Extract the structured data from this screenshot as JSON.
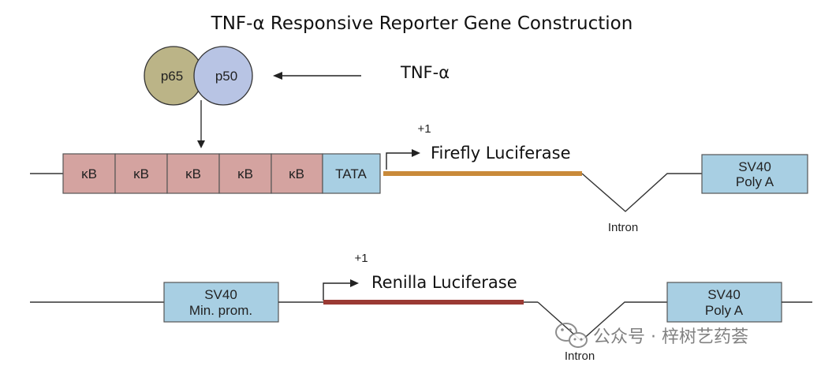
{
  "title": "TNF-α Responsive Reporter Gene Construction",
  "stimulus": "TNF-α",
  "complex": {
    "left": "p65",
    "right": "p50"
  },
  "construct1": {
    "kb_boxes": [
      "κB",
      "κB",
      "κB",
      "κB",
      "κB"
    ],
    "tata": "TATA",
    "tss": "+1",
    "gene": "Firefly Luciferase",
    "intron": "Intron",
    "polya_line1": "SV40",
    "polya_line2": "Poly A"
  },
  "construct2": {
    "promoter_line1": "SV40",
    "promoter_line2": "Min. prom.",
    "tss": "+1",
    "gene": "Renilla Luciferase",
    "intron": "Intron",
    "polya_line1": "SV40",
    "polya_line2": "Poly A"
  },
  "watermark": "公众号 · 梓树艺药荟",
  "colors": {
    "kb_fill": "#d4a3a0",
    "blue_box": "#a8cfe3",
    "p65": "#bbb487",
    "p50": "#b8c4e4",
    "firefly_bar": "#c98a3a",
    "renilla_bar": "#9b3a34"
  }
}
